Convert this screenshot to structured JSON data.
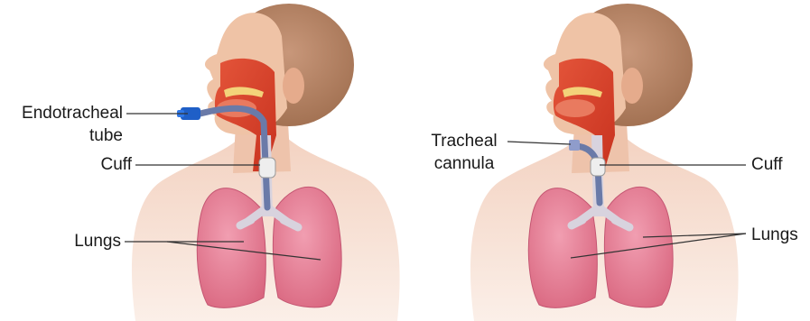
{
  "labels": {
    "endotracheal_line1": "Endotracheal",
    "endotracheal_line2": "tube",
    "cuff_left": "Cuff",
    "lungs_left": "Lungs",
    "tracheal_line1": "Tracheal",
    "tracheal_line2": "cannula",
    "cuff_right": "Cuff",
    "lungs_right": "Lungs"
  },
  "colors": {
    "skin": "#f6ddd0",
    "head": "#efc3a6",
    "hair": "#b98763",
    "airway": "#d9432e",
    "lung": "#e8849a",
    "tube": "#6a7aa8",
    "connector": "#1f5fc7"
  }
}
